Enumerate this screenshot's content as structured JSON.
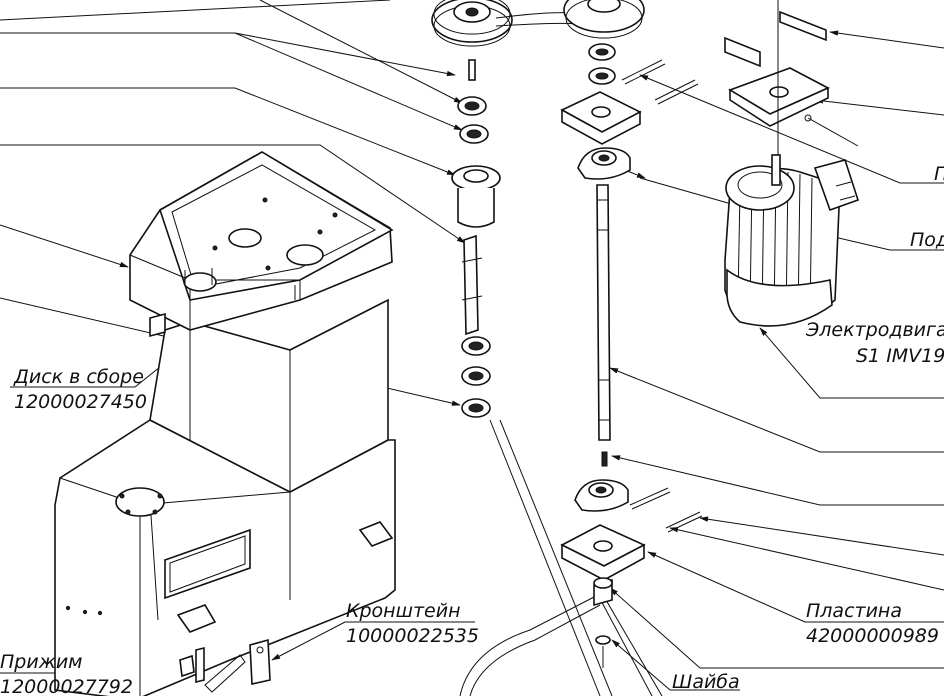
{
  "labels": {
    "disk_assembly": {
      "name": "Диск в сборе",
      "code": "12000027450"
    },
    "bracket": {
      "name": "Кронштейн",
      "code": "10000022535"
    },
    "clamp": {
      "name": "Прижим",
      "code": "12000027792"
    },
    "plate": {
      "name": "Пластина",
      "code": "42000000989"
    },
    "washer": {
      "name": "Шайба"
    },
    "motor": {
      "line1": "Электродвигат",
      "line2": "S1 IMV19/"
    },
    "partial_pod": {
      "name": "Под"
    },
    "partial_p": {
      "name": "П"
    }
  }
}
